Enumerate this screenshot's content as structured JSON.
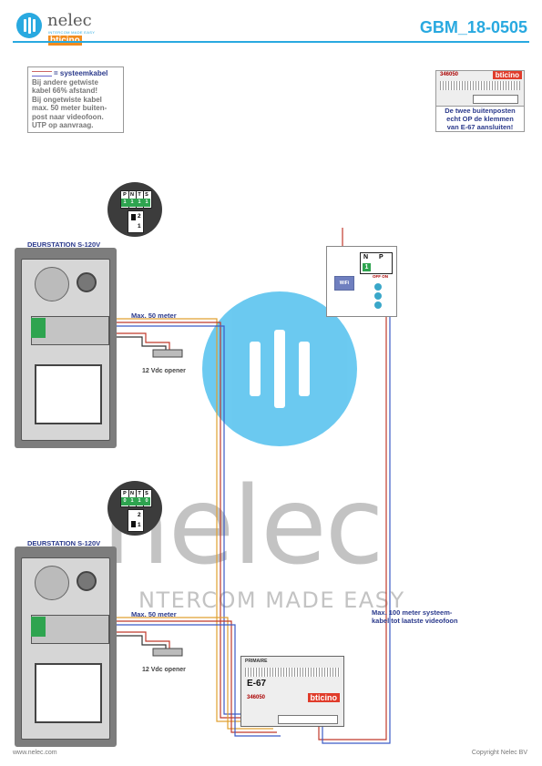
{
  "header": {
    "brand_name": "nelec",
    "brand_tagline": "INTERCOM MADE EASY",
    "brand_partner": "bticino",
    "document_id": "GBM_18-0505"
  },
  "legend_note": {
    "key_label": "= systeemkabel",
    "lines": [
      "Bij andere getwiste",
      "kabel 66% afstand!",
      "Bij ongetwiste kabel",
      "max. 50 meter buiten-",
      "post naar videofoon.",
      "UTP op aanvraag."
    ]
  },
  "wiring_note": {
    "module_code": "346050",
    "module_brand": "bticino",
    "lines": [
      "De twee buitenposten",
      "echt OP de klemmen",
      "van E-67 aansluiten!"
    ]
  },
  "stations": [
    {
      "title": "DEURSTATION S-120V",
      "dip_headers": [
        "P",
        "N",
        "T",
        "S"
      ],
      "dip_values": [
        "1",
        "1",
        "1",
        "1"
      ],
      "switch_positions": [
        "2",
        "1"
      ],
      "cable_label": "Max. 50 meter",
      "opener_label": "12 Vdc opener"
    },
    {
      "title": "DEURSTATION S-120V",
      "dip_headers": [
        "P",
        "N",
        "T",
        "S"
      ],
      "dip_values": [
        "0",
        "1",
        "1",
        "0"
      ],
      "switch_positions": [
        "2",
        "1"
      ],
      "cable_label": "Max. 50 meter",
      "opener_label": "12 Vdc opener"
    }
  ],
  "monitor": {
    "np_headers": [
      "N",
      "P"
    ],
    "np_value": "1",
    "wifi_label": "WiFi",
    "off_on_label": "OFF ON"
  },
  "power_supply": {
    "primary_label": "PRIMAIRE",
    "name": "E-67",
    "code": "346050",
    "brand": "bticino"
  },
  "system_cable_note": {
    "lines": [
      "Max. 100 meter systeem-",
      "kabel tot laatste videofoon"
    ]
  },
  "watermark": {
    "text": "nelec",
    "subtext": "NTERCOM MADE EASY"
  },
  "footer": {
    "website": "www.nelec.com",
    "copyright": "Copyright Nelec BV"
  },
  "colors": {
    "accent": "#29a9e0",
    "label_blue": "#2b3a8c",
    "wire_red": "#c0392b",
    "wire_blue": "#3b5bc6",
    "wire_orange": "#e0a030",
    "terminal_green": "#2ea44f",
    "bticino_red": "#e03c2b"
  }
}
